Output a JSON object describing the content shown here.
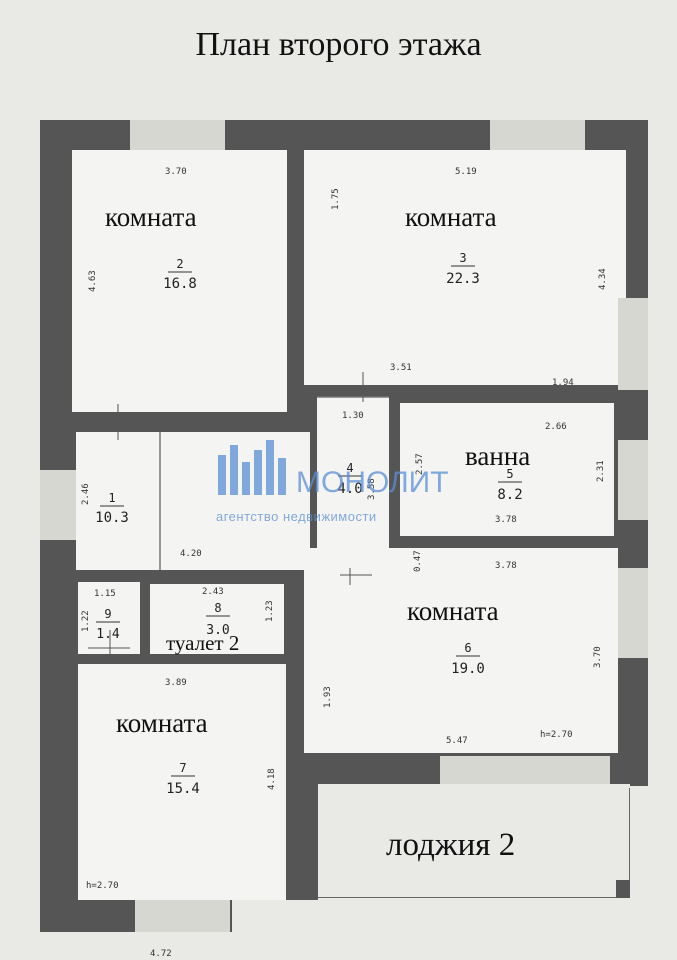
{
  "title": "План второго этажа",
  "rooms": [
    {
      "label": "комната",
      "number": "2",
      "area": "16.8"
    },
    {
      "label": "комната",
      "number": "3",
      "area": "22.3"
    },
    {
      "label": "",
      "number": "1",
      "area": "10.3"
    },
    {
      "label": "",
      "number": "4",
      "area": "4.0"
    },
    {
      "label": "ванна",
      "number": "5",
      "area": "8.2"
    },
    {
      "label": "комната",
      "number": "6",
      "area": "19.0"
    },
    {
      "label": "туалет 2",
      "number": "8",
      "area": "3.0"
    },
    {
      "label": "",
      "number": "9",
      "area": "1.4"
    },
    {
      "label": "комната",
      "number": "7",
      "area": "15.4"
    },
    {
      "label": "лоджия 2",
      "number": "",
      "area": ""
    }
  ],
  "dimensions": {
    "d1": "3.70",
    "d2": "5.19",
    "d3": "1.75",
    "d4": "4.34",
    "d5": "4.63",
    "d6": "3.51",
    "d7": "1.94",
    "d8": "1.30",
    "d9": "2.66",
    "d10": "2.57",
    "d11": "2.31",
    "d12": "3.78",
    "d13": "3.58",
    "d14": "2.46",
    "d15": "4.20",
    "d16": "0.47",
    "d17": "3.78",
    "d18": "1.15",
    "d19": "2.43",
    "d20": "1.22",
    "d21": "1.23",
    "d22": "3.70",
    "d23": "3.89",
    "d24": "1.93",
    "d25": "4.18",
    "d26": "5.47",
    "d27": "4.72"
  },
  "heights": {
    "h1": "h=2.70",
    "h2": "h=2.70"
  },
  "watermark": {
    "brand": "МОНОЛИТ",
    "tagline": "агентство недвижимости",
    "color": "#5b8fd6"
  },
  "colors": {
    "wall": "#555555",
    "floor": "#f4f4f2",
    "background": "#e9e9e6",
    "window": "#d7d7d2"
  }
}
